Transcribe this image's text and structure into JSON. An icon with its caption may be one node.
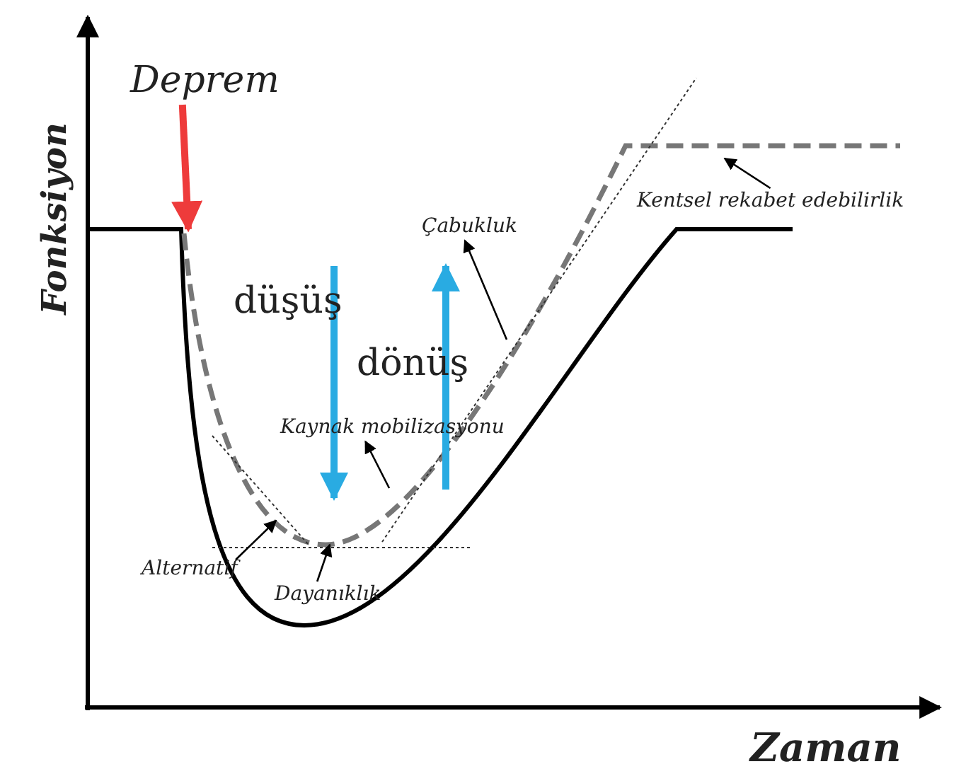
{
  "diagram": {
    "nodes": [
      {
        "text": [
          "Deprem"
        ]
      },
      {
        "text": [
          "Kentsel rekabet edebilirlik"
        ]
      },
      {
        "text": [
          "Çabukluk"
        ]
      },
      {
        "text": [
          "Kaynak mobilizasyonu"
        ]
      },
      {
        "text": [
          "Alternatif"
        ]
      },
      {
        "text": [
          "Dayanıklık"
        ]
      }
    ],
    "edges": [
      {
        "from": 0,
        "to": null,
        "arrow": "to",
        "style": "thick",
        "color": "#ee3b3b"
      },
      {
        "from": 1,
        "to": null,
        "arrow": "to"
      },
      {
        "from": null,
        "to": 2,
        "arrow": "to"
      },
      {
        "from": null,
        "to": 3,
        "arrow": "to"
      },
      {
        "from": 4,
        "to": null,
        "arrow": "to"
      },
      {
        "from": 5,
        "to": null,
        "arrow": "to"
      }
    ],
    "labels": [
      "Fonksiyon",
      "Zaman",
      "düşüş",
      "dönüş"
    ]
  }
}
